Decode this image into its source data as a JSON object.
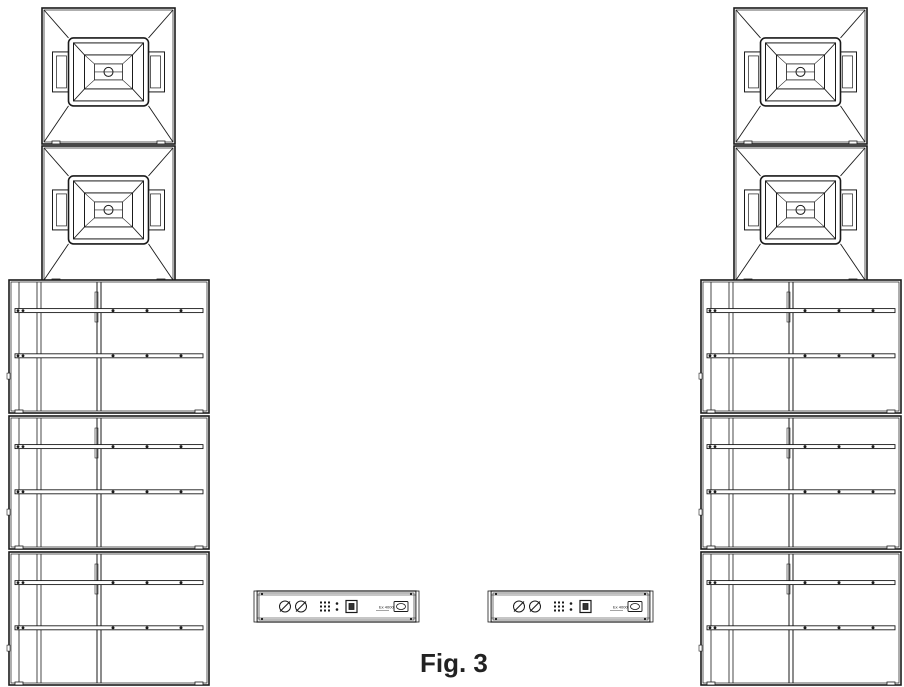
{
  "figure": {
    "caption": "Fig. 3"
  },
  "left_stack": {
    "tops": 2,
    "subs": 3
  },
  "right_stack": {
    "tops": 2,
    "subs": 3
  },
  "amplifiers": [
    {
      "model_label": "Ex 4000"
    },
    {
      "model_label": "Ex 4000"
    }
  ]
}
